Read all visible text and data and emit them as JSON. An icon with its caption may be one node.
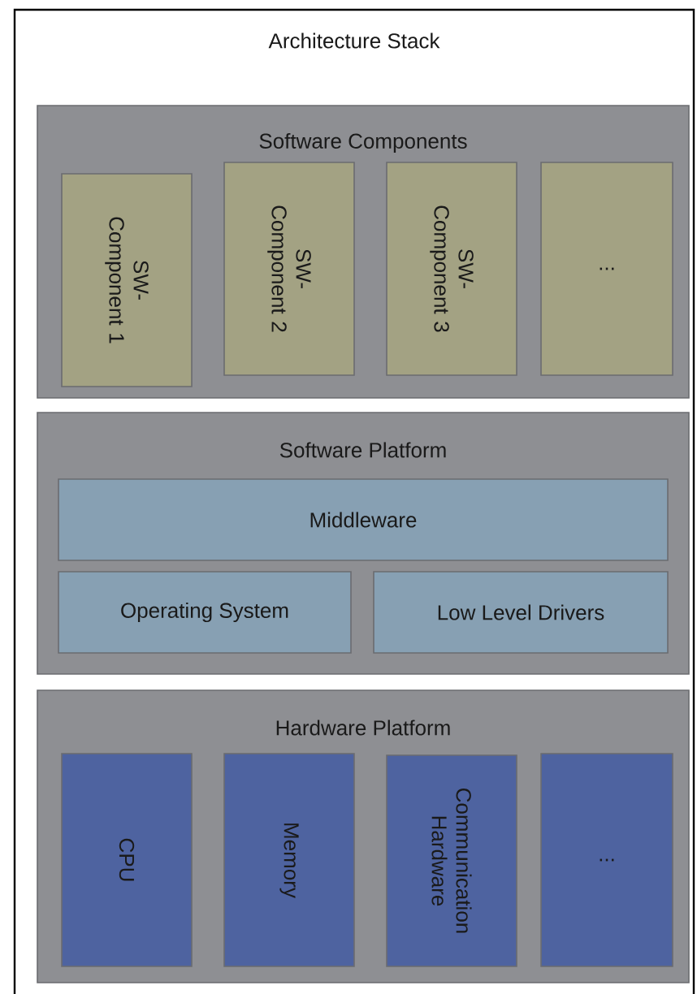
{
  "diagram": {
    "nodes": [
      {
        "text": [
          "Architecture Stack"
        ]
      },
      {
        "text": [
          "Software Components"
        ],
        "in": 0
      },
      {
        "text": [
          "SW- Component 1"
        ],
        "in": 1
      },
      {
        "text": [
          "SW- Component 2"
        ],
        "in": 1
      },
      {
        "text": [
          "SW- Component 3"
        ],
        "in": 1
      },
      {
        "text": [
          "..."
        ],
        "in": 1
      },
      {
        "text": [
          "Software Platform"
        ],
        "in": 0
      },
      {
        "text": [
          "Middleware"
        ],
        "in": 6
      },
      {
        "text": [
          "Operating System"
        ],
        "in": 6
      },
      {
        "text": [
          "Low Level Drivers"
        ],
        "in": 6
      },
      {
        "text": [
          "Hardware Platform"
        ],
        "in": 0
      },
      {
        "text": [
          "CPU"
        ],
        "in": 10
      },
      {
        "text": [
          "Memory"
        ],
        "in": 10
      },
      {
        "text": [
          "Communication Hardware"
        ],
        "in": 10
      },
      {
        "text": [
          "..."
        ],
        "in": 10
      }
    ]
  }
}
